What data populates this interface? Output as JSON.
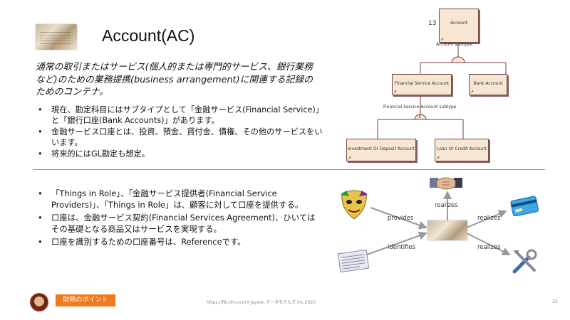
{
  "slide": {
    "title": "Account(AC)",
    "definition": "通常の取引またはサービス(個人的または専門的サービス、銀行業務など)のための業務提携(business arrangement)に関連する記録のためのコンテナ。",
    "bullets_top": [
      "現在、勘定科目にはサブタイプとして「金融サービス(Financial Service)」と「銀行口座(Bank Accounts)」があります。",
      "金融サービス口座とは、投資、預金、貸付金、債権、その他のサービスをいいます。",
      "将来的にはGL勘定も想定。"
    ],
    "bullets_bottom": [
      "「Things in Role」、「金融サービス提供者(Financial Service Providers)」、「Things in Role」は、顧客に対して口座を提供する。",
      "口座は、金融サービス契約(Financial Services Agreement)、ひいてはその基礎となる商品又はサービスを実現する。",
      "口座を識別するための口座番号は、Referenceです。"
    ]
  },
  "uml": {
    "count_label": "13",
    "account": "Account",
    "account_subtype": "Account subtype",
    "financial_service_account": "Financial Service Account",
    "bank_account": "Bank Account",
    "financial_service_account_subtype": "Financial Service Account subtype",
    "investment_or_deposit_account": "Investment Or Deposit Account",
    "loan_or_credit_account": "Loan Or Credit Account",
    "xor_mark": "X"
  },
  "concept": {
    "provides": "provides",
    "identifies": "identifies",
    "realizes_top": "realizes",
    "realizes_right": "realizes",
    "realizes_bottom": "realizes",
    "icons": [
      "theater-mask-icon",
      "handshake-icon",
      "credit-card-icon",
      "tools-icon",
      "newspaper-icon",
      "ledger-icon"
    ]
  },
  "footer": {
    "badge": "財務のポイント",
    "source": "https://fib-dm.com©Jayson データモデルズ inc.2020",
    "page": "33"
  },
  "colors": {
    "accent": "#f07a1e",
    "uml_fill": "#f6e6d3",
    "uml_border": "#7a4a4a",
    "divider": "#6f96a8"
  }
}
